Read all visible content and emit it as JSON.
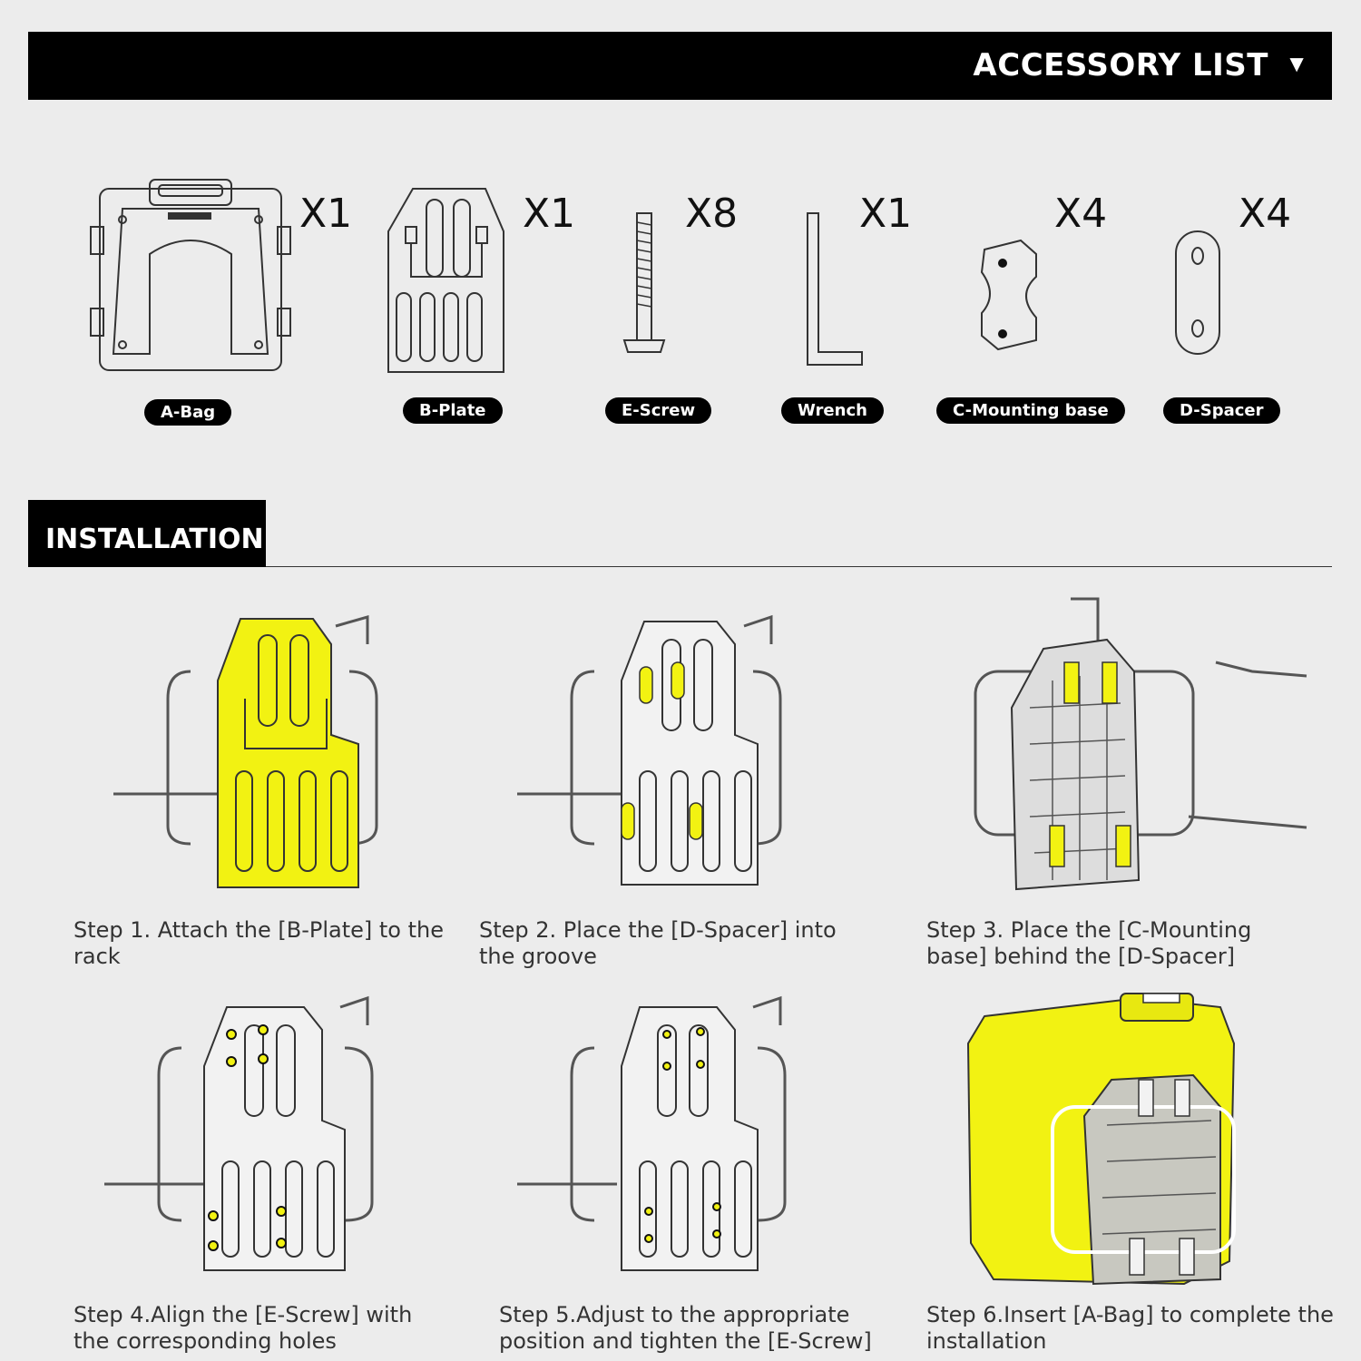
{
  "header": {
    "title": "ACCESSORY LIST",
    "arrow": "▼"
  },
  "accessories": [
    {
      "label": "A-Bag",
      "qty": "X1"
    },
    {
      "label": "B-Plate",
      "qty": "X1"
    },
    {
      "label": "E-Screw",
      "qty": "X8"
    },
    {
      "label": "Wrench",
      "qty": "X1"
    },
    {
      "label": "C-Mounting base",
      "qty": "X4"
    },
    {
      "label": "D-Spacer",
      "qty": "X4"
    }
  ],
  "installation": {
    "title": "INSTALLATION",
    "highlight_color": "#f2f212",
    "steps": [
      {
        "text": "Step 1. Attach the [B-Plate] to the rack"
      },
      {
        "text": "Step 2. Place the [D-Spacer] into the groove"
      },
      {
        "text": "Step 3. Place the [C-Mounting base] behind the [D-Spacer]"
      },
      {
        "text": "Step 4.Align the [E-Screw] with the corresponding holes"
      },
      {
        "text": "Step 5.Adjust to the appropriate position and tighten the [E-Screw]"
      },
      {
        "text": "Step 6.Insert [A-Bag] to complete the installation"
      }
    ]
  }
}
